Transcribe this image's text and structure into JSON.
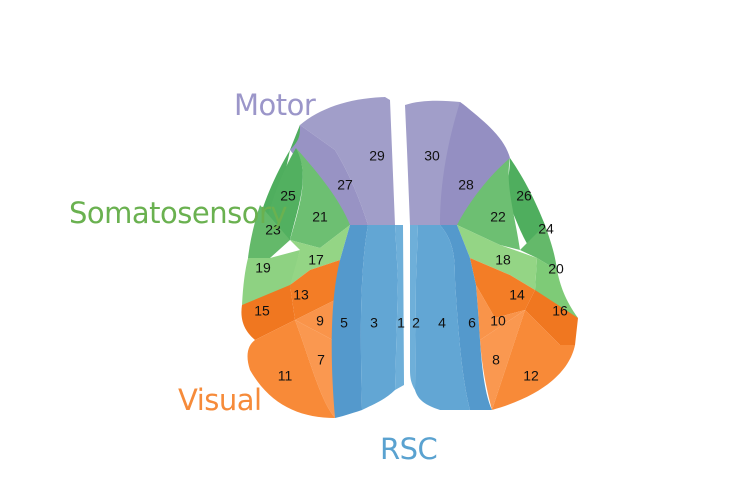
{
  "title": "Cortical region map",
  "groups": {
    "motor": {
      "label": "Motor",
      "color": "#9b96c9"
    },
    "somatosensory": {
      "label": "Somatosensory",
      "color": "#6ab150"
    },
    "visual": {
      "label": "Visual",
      "color": "#f68b3a"
    },
    "rsc": {
      "label": "RSC",
      "color": "#5aa2d0"
    }
  },
  "regions": [
    {
      "id": "1",
      "group": "rsc",
      "hemisphere": "left"
    },
    {
      "id": "2",
      "group": "rsc",
      "hemisphere": "right"
    },
    {
      "id": "3",
      "group": "rsc",
      "hemisphere": "left"
    },
    {
      "id": "4",
      "group": "rsc",
      "hemisphere": "right"
    },
    {
      "id": "5",
      "group": "rsc",
      "hemisphere": "left"
    },
    {
      "id": "6",
      "group": "rsc",
      "hemisphere": "right"
    },
    {
      "id": "7",
      "group": "visual",
      "hemisphere": "left"
    },
    {
      "id": "8",
      "group": "visual",
      "hemisphere": "right"
    },
    {
      "id": "9",
      "group": "visual",
      "hemisphere": "left"
    },
    {
      "id": "10",
      "group": "visual",
      "hemisphere": "right"
    },
    {
      "id": "11",
      "group": "visual",
      "hemisphere": "left"
    },
    {
      "id": "12",
      "group": "visual",
      "hemisphere": "right"
    },
    {
      "id": "13",
      "group": "visual",
      "hemisphere": "left"
    },
    {
      "id": "14",
      "group": "visual",
      "hemisphere": "right"
    },
    {
      "id": "15",
      "group": "visual",
      "hemisphere": "left"
    },
    {
      "id": "16",
      "group": "visual",
      "hemisphere": "right"
    },
    {
      "id": "17",
      "group": "somatosensory",
      "hemisphere": "left"
    },
    {
      "id": "18",
      "group": "somatosensory",
      "hemisphere": "right"
    },
    {
      "id": "19",
      "group": "somatosensory",
      "hemisphere": "left"
    },
    {
      "id": "20",
      "group": "somatosensory",
      "hemisphere": "right"
    },
    {
      "id": "21",
      "group": "somatosensory",
      "hemisphere": "left"
    },
    {
      "id": "22",
      "group": "somatosensory",
      "hemisphere": "right"
    },
    {
      "id": "23",
      "group": "somatosensory",
      "hemisphere": "left"
    },
    {
      "id": "24",
      "group": "somatosensory",
      "hemisphere": "right"
    },
    {
      "id": "25",
      "group": "somatosensory",
      "hemisphere": "left"
    },
    {
      "id": "26",
      "group": "somatosensory",
      "hemisphere": "right"
    },
    {
      "id": "27",
      "group": "motor",
      "hemisphere": "left"
    },
    {
      "id": "28",
      "group": "motor",
      "hemisphere": "right"
    },
    {
      "id": "29",
      "group": "motor",
      "hemisphere": "left"
    },
    {
      "id": "30",
      "group": "motor",
      "hemisphere": "right"
    }
  ]
}
